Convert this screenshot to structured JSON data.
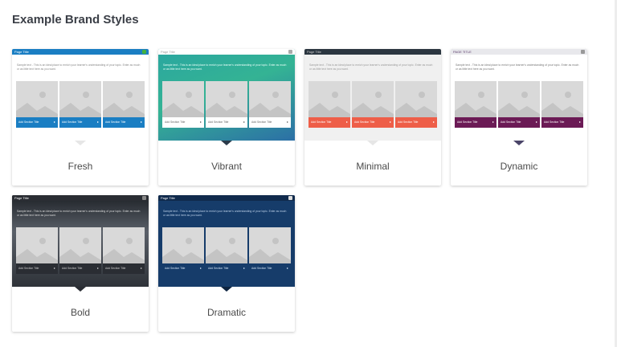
{
  "page": {
    "heading": "Example Brand Styles"
  },
  "preview": {
    "page_title": "Page Title",
    "sample_text": "Sample text - This is an ideal place to enrich your learner's understanding of your topic. Enter as much or as little text here as you want.",
    "section_title": "Add Section Title"
  },
  "styles": [
    {
      "name": "Fresh",
      "page_title": "Page Title",
      "colors": {
        "bar": "#1a7ec3",
        "bar_text": "#ffffff",
        "bg": "#ffffff",
        "sample": "#888888",
        "tile": "#ffffff",
        "cap": "#1a7ec3",
        "cap_text": "#ffffff",
        "button": "#43b13f",
        "notch": "#e6e6e6"
      }
    },
    {
      "name": "Vibrant",
      "page_title": "Page Title",
      "colors": {
        "bar": "#ffffff",
        "bar_text": "#999999",
        "bg": "linear-gradient(160deg,#2aa6a0 0%,#34b394 45%,#2c6fa6 100%)",
        "sample": "#e9fff8",
        "tile": "#ffffff",
        "cap": "#ffffff",
        "cap_text": "#666666",
        "button": "#aaaaaa",
        "notch": "#2b3a4a"
      }
    },
    {
      "name": "Minimal",
      "page_title": "Page Title",
      "colors": {
        "bar": "#2b3640",
        "bar_text": "#cccccc",
        "bg": "#f0f0f0",
        "sample": "#999999",
        "tile": "#f0f0f0",
        "cap": "#ee5e48",
        "cap_text": "#ffffff",
        "button": "#2b3640",
        "notch": "#e6e6e6"
      }
    },
    {
      "name": "Dynamic",
      "page_title": "PAGE TITLE",
      "colors": {
        "bar": "#e8e8ec",
        "bar_text": "#5a3a6a",
        "bg": "#ffffff",
        "sample": "#777777",
        "tile": "#ffffff",
        "cap": "#6b1a55",
        "cap_text": "#ffffff",
        "button": "#999999",
        "notch": "#4a4468"
      }
    },
    {
      "name": "Bold",
      "page_title": "Page Title",
      "colors": {
        "bar": "#2a2d33",
        "bar_text": "#ffffff",
        "bg": "linear-gradient(180deg,#1e2227 0%,#5a6069 40%,#2e3238 100%)",
        "sample": "#dddddd",
        "tile": "#ffffff",
        "cap": "#2a2d33",
        "cap_text": "#cccccc",
        "button": "#888888",
        "notch": "#2a2d33"
      }
    },
    {
      "name": "Dramatic",
      "page_title": "Page Title",
      "colors": {
        "bar": "#102a4c",
        "bar_text": "#ffffff",
        "bg": "#163c6a",
        "sample": "#bcd0e8",
        "tile": "#ffffff",
        "cap": "#163c6a",
        "cap_text": "#cfe0f2",
        "button": "#dddddd",
        "notch": "#0d2440"
      }
    }
  ]
}
